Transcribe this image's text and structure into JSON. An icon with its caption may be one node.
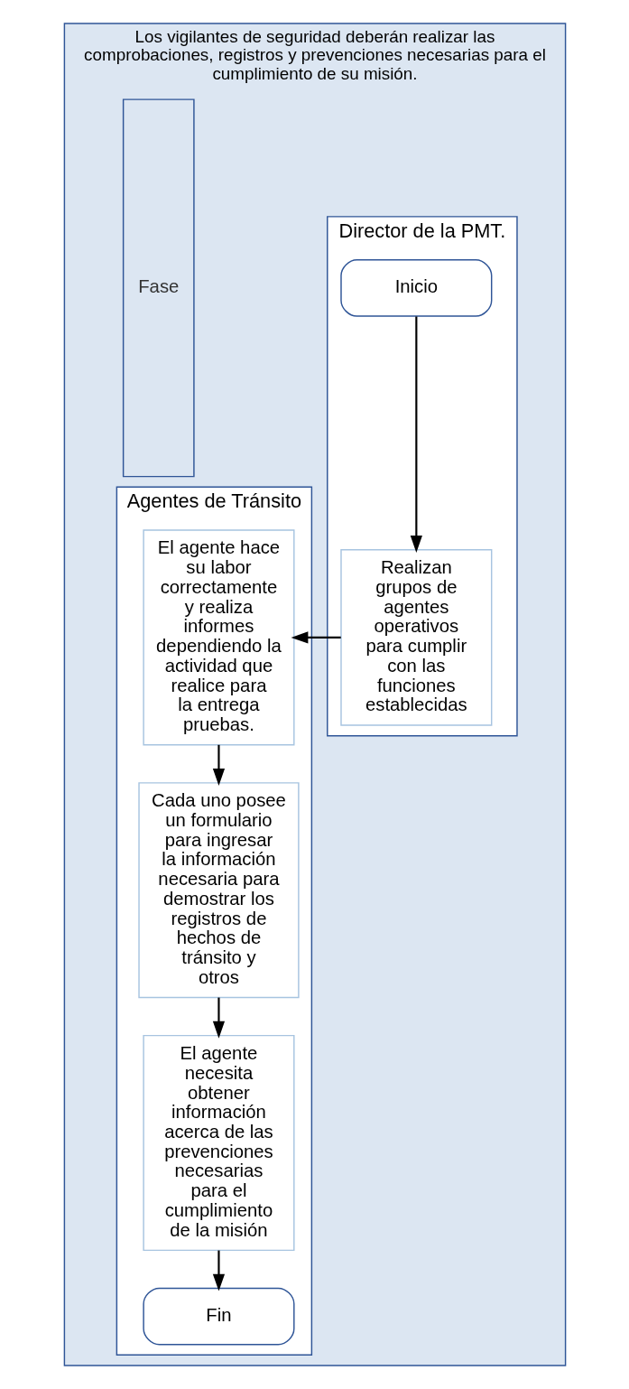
{
  "diagram": {
    "nodes": [
      {
        "text": [
          "Los vigilantes de seguridad deberán realizar las comprobaciones, registros y prevenciones necesarias para el cumplimiento de su misión."
        ]
      },
      {
        "text": [
          "Fase"
        ],
        "in": 0
      },
      {
        "text": [
          "Director de la PMT."
        ],
        "in": 0
      },
      {
        "text": [
          "Agentes de Tránsito"
        ],
        "in": 0
      },
      {
        "text": [
          "Inicio"
        ],
        "in": 2
      },
      {
        "text": [
          "Realizan grupos de agentes operativos para cumplir con las funciones establecidas"
        ],
        "in": 2
      },
      {
        "text": [
          "El agente hace su labor correctamente y realiza informes dependiendo la actividad que realice para la entrega pruebas."
        ],
        "in": 3
      },
      {
        "text": [
          "Cada uno posee un formulario para ingresar la información necesaria para demostrar los registros de hechos de tránsito y otros"
        ],
        "in": 3
      },
      {
        "text": [
          "El agente necesita obtener información acerca de las prevenciones necesarias para el cumplimiento de la misión"
        ],
        "in": 3
      },
      {
        "text": [
          "Fin"
        ],
        "in": 3
      }
    ],
    "edges": [
      {
        "from": 4,
        "to": 5,
        "arrow": "to"
      },
      {
        "from": 5,
        "to": 6,
        "arrow": "to"
      },
      {
        "from": 6,
        "to": 7,
        "arrow": "to"
      },
      {
        "from": 7,
        "to": 8,
        "arrow": "to"
      },
      {
        "from": 8,
        "to": 9,
        "arrow": "to"
      }
    ]
  }
}
